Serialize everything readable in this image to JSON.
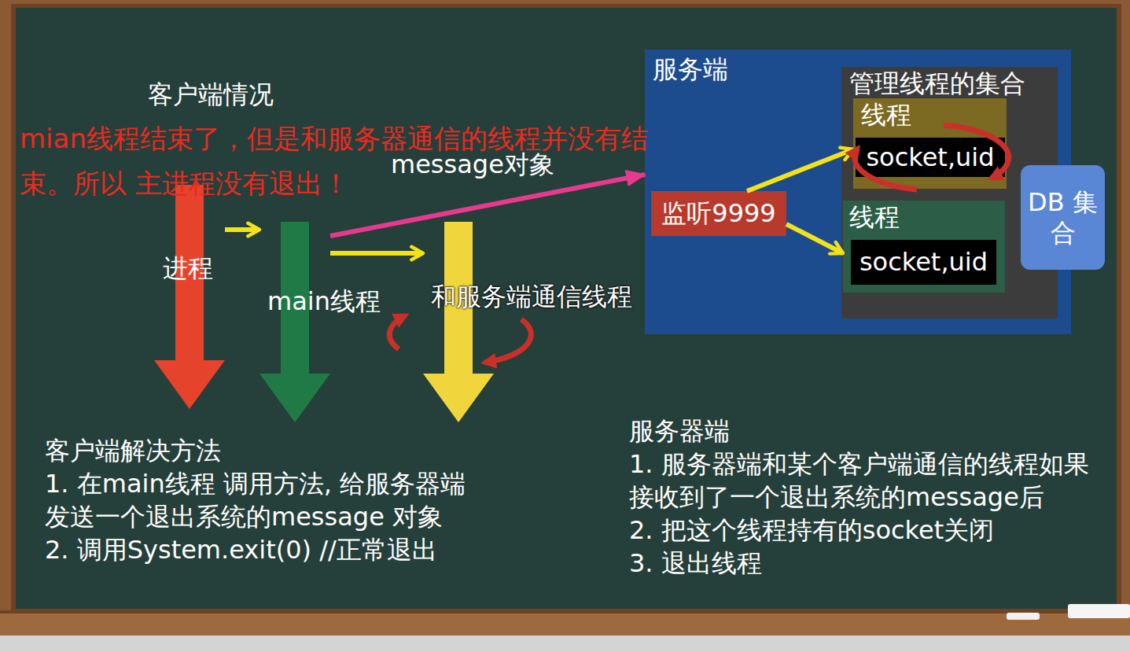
{
  "diagram": {
    "nodes": [
      {
        "text": [
          "进程"
        ]
      },
      {
        "text": [
          "main线程"
        ]
      },
      {
        "text": [
          "和服务端通信线程"
        ]
      },
      {
        "text": [
          "服务端"
        ]
      },
      {
        "text": [
          "监听9999"
        ],
        "in": 3
      },
      {
        "text": [
          "管理线程的集合"
        ],
        "in": 3
      },
      {
        "text": [
          "线程"
        ],
        "in": 5
      },
      {
        "text": [
          "socket,uid"
        ],
        "in": 6
      },
      {
        "text": [
          "线程"
        ],
        "in": 5
      },
      {
        "text": [
          "socket,uid"
        ],
        "in": 8
      },
      {
        "text": [
          "DB 集合"
        ],
        "in": 3
      }
    ],
    "edges": [
      {
        "from": 0,
        "to": 1,
        "arrow": "to"
      },
      {
        "from": 1,
        "to": 2,
        "arrow": "to"
      },
      {
        "from": 1,
        "to": 3,
        "label": "message对象",
        "arrow": "to"
      },
      {
        "from": 4,
        "to": 6,
        "arrow": "to"
      },
      {
        "from": 4,
        "to": 8,
        "arrow": "to"
      }
    ],
    "labels": [
      "客户端情况",
      "mian线程结束了，但是和服务器通信的线程并没有结束。所以 主进程没有退出！",
      "客户端解决方法",
      "1. 在main线程 调用方法, 给服务器端 发送一个退出系统的message 对象",
      "2. 调用System.exit(0) //正常退出",
      "服务器端",
      "1. 服务器端和某个客户端通信的线程如果接收到了一个退出系统的message后",
      "2. 把这个线程持有的socket关闭",
      "3. 退出线程"
    ]
  }
}
